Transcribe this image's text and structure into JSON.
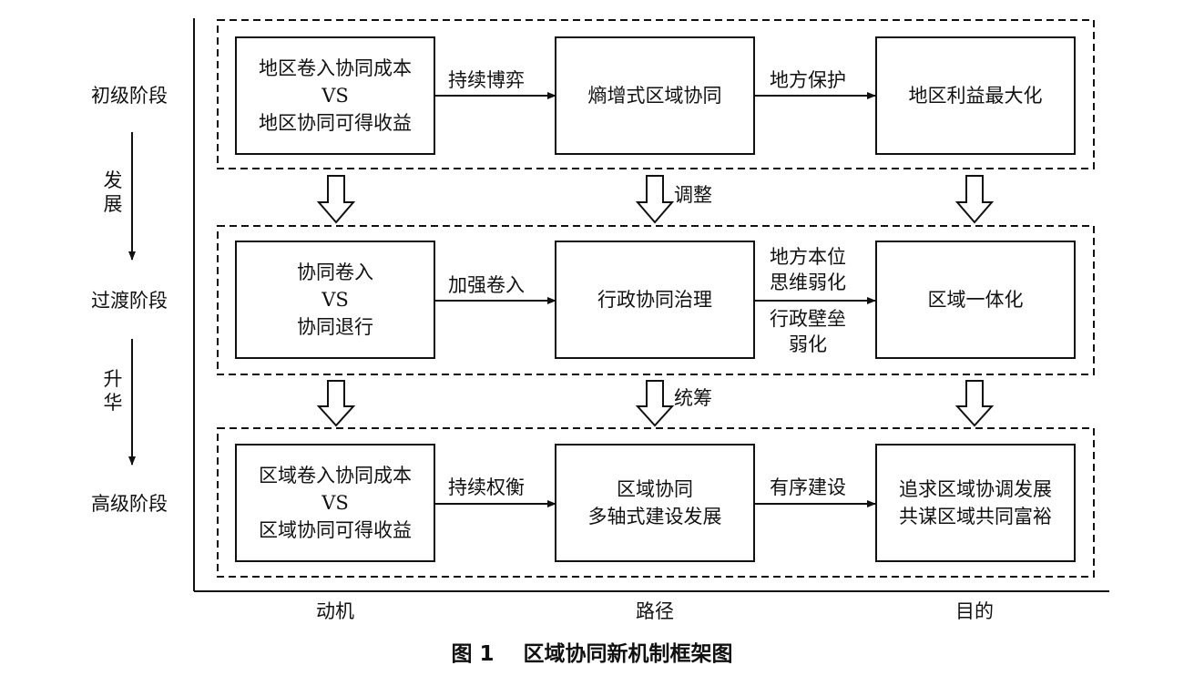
{
  "stages": {
    "primary": "初级阶段",
    "transition": "过渡阶段",
    "advanced": "高级阶段",
    "develop": "发展",
    "elevate": "升华"
  },
  "axis": {
    "motive": "动机",
    "path": "路径",
    "goal": "目的"
  },
  "row1": {
    "motive": [
      "地区卷入协同成本",
      "VS",
      "地区协同可得收益"
    ],
    "path": "熵增式区域协同",
    "goal": "地区利益最大化",
    "edge1": "持续博弈",
    "edge2": "地方保护"
  },
  "row2": {
    "motive": [
      "协同卷入",
      "VS",
      "协同退行"
    ],
    "path": "行政协同治理",
    "goal": "区域一体化",
    "edge1": "加强卷入",
    "edge2_top": [
      "地方本位",
      "思维弱化"
    ],
    "edge2_bottom": [
      "行政壁垒",
      "弱化"
    ]
  },
  "row3": {
    "motive": [
      "区域卷入协同成本",
      "VS",
      "区域协同可得收益"
    ],
    "path": [
      "区域协同",
      "多轴式建设发展"
    ],
    "goal": [
      "追求区域协调发展",
      "共谋区域共同富裕"
    ],
    "edge1": "持续权衡",
    "edge2": "有序建设"
  },
  "transitions": {
    "adjust": "调整",
    "coordinate": "统筹"
  },
  "caption": "图 1    区域协同新机制框架图"
}
